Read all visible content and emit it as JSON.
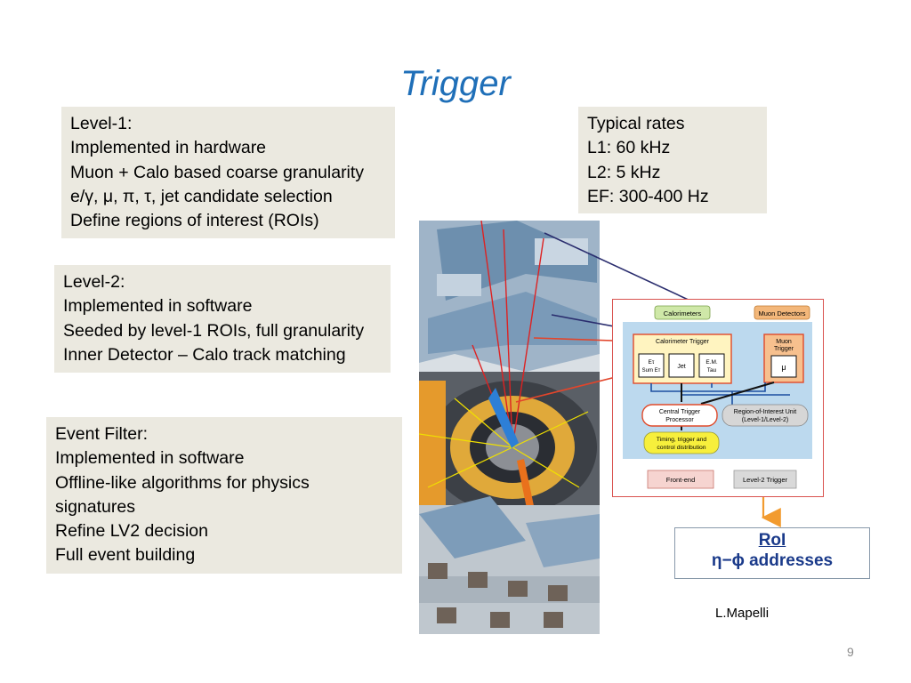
{
  "slide": {
    "title": "Trigger",
    "page_number": "9",
    "credit": "L.Mapelli"
  },
  "level1": {
    "lines": [
      "Level-1:",
      "Implemented in hardware",
      "Muon + Calo based coarse granularity",
      "e/γ, μ, π, τ, jet candidate selection",
      "Define regions of interest (ROIs)"
    ]
  },
  "level2": {
    "lines": [
      "Level-2:",
      "Implemented in software",
      "Seeded by level-1 ROIs, full granularity",
      "Inner Detector – Calo track matching"
    ]
  },
  "event_filter": {
    "lines": [
      "Event Filter:",
      "Implemented in software",
      "Offline-like algorithms for physics signatures",
      "Refine LV2 decision",
      "Full event building"
    ]
  },
  "rates": {
    "lines": [
      "Typical rates",
      "L1: 60 kHz",
      "L2:  5 kHz",
      "EF:  300-400 Hz"
    ]
  },
  "diagram": {
    "calorimeters": "Calorimeters",
    "muon_detectors": "Muon Detectors",
    "calorimeter_trigger": "Calorimeter Trigger",
    "sum_et_1": "Eτ",
    "sum_et_2": "Sum Eт",
    "jet": "Jet",
    "em_tau_1": "E.M.",
    "em_tau_2": "Tau",
    "muon_trigger_1": "Muon",
    "muon_trigger_2": "Trigger",
    "mu": "μ",
    "ctp_1": "Central Trigger",
    "ctp_2": "Processor",
    "roi_unit_1": "Region-of-Interest Unit",
    "roi_unit_2": "(Level-1/Level-2)",
    "timing_1": "Timing, trigger and",
    "timing_2": "control distribution",
    "front_end": "Front-end",
    "level2_trigger": "Level-2 Trigger"
  },
  "roi_box": {
    "line1": "RoI",
    "line2": "η−ϕ addresses"
  }
}
